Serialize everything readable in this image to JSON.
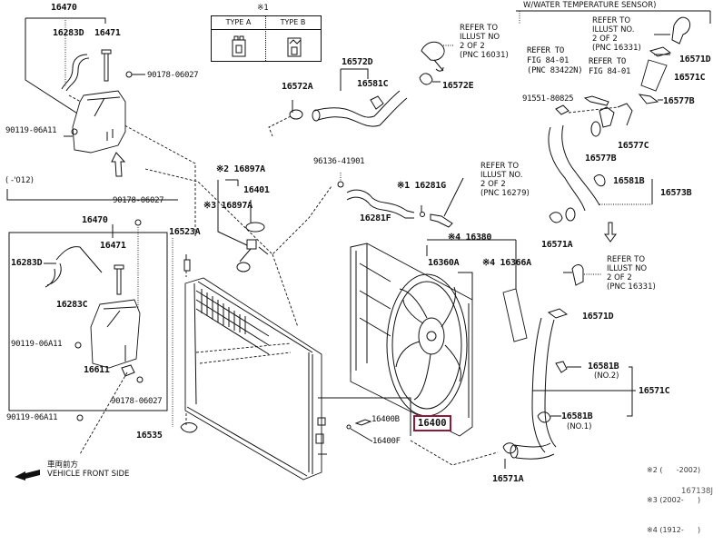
{
  "diagram": {
    "title": "Radiator & Water Outlet parts diagram",
    "highlight_color": "#8e1a3b",
    "type_table": {
      "note_mark": "※1",
      "columns": [
        "TYPE A",
        "TYPE B"
      ]
    },
    "section_headers": {
      "water_temp_sensor": "W/WATER TEMPERATURE SENSOR)",
      "year_range": "(     -'012)"
    },
    "front_side": {
      "icon": "arrow-left-icon",
      "label_jp": "車両前方",
      "label_en": "VEHICLE FRONT SIDE"
    },
    "legend": [
      "※2 (      -2002)",
      "※3 (2002-      )",
      "※4 (1912-      )"
    ],
    "figure_code": "167138J",
    "parts": {
      "p16470_top": "16470",
      "p16283D_top": "16283D",
      "p16471_top": "16471",
      "p90178_top": "90178-06027",
      "p90119_top": "90119-06A11",
      "p16470_box": "16470",
      "p90178_box": "90178-06027",
      "p16471_box": "16471",
      "p16283D_box": "16283D",
      "p16283C": "16283C",
      "p90119_box": "90119-06A11",
      "p16611": "16611",
      "p90178_box2": "90178-06027",
      "p90119_out": "90119-06A11",
      "p16535": "16535",
      "p16523A": "16523A",
      "p16897A_2": "※2 16897A",
      "p16897A_3": "※3 16897A",
      "p16401": "16401",
      "p16572A": "16572A",
      "p16572D": "16572D",
      "p16581C": "16581C",
      "p16572E": "16572E",
      "p96136": "96136-41901",
      "p16281G": "※1 16281G",
      "p16281F": "16281F",
      "p16380": "※4 16380",
      "p16360A": "16360A",
      "p16366A": "※4 16366A",
      "p16400B": "16400B",
      "p16400": "16400",
      "p16400F": "16400F",
      "p16571A_bot": "16571A",
      "p16571D_top": "16571D",
      "p16571C_top": "16571C",
      "p16577B_r": "16577B",
      "p91551": "91551-80825",
      "p16577C": "16577C",
      "p16577B_b": "16577B",
      "p16581B_top": "16581B",
      "p16573B": "16573B",
      "p16571A_mid": "16571A",
      "p16571D_mid": "16571D",
      "p16581B_no2": "16581B",
      "no2": "(NO.2)",
      "p16571C_bot": "16571C",
      "p16581B_no1": "16581B",
      "no1": "(NO.1)"
    },
    "refer_notes": {
      "r16031": "REFER TO\nILLUST NO\n2 OF 2\n(PNC 16031)",
      "r16331_top": "REFER TO\nILLUST NO.\n2 OF 2\n(PNC 16331)",
      "r84_01_a": "REFER TO\nFIG 84-01\n(PNC 83422N)",
      "r84_01_b": "REFER TO\nFIG 84-01",
      "r16279": "REFER TO\nILLUST NO.\n2 OF 2\n(PNC 16279)",
      "r16331_mid": "REFER TO\nILLUST NO\n2 OF 2\n(PNC 16331)"
    }
  }
}
